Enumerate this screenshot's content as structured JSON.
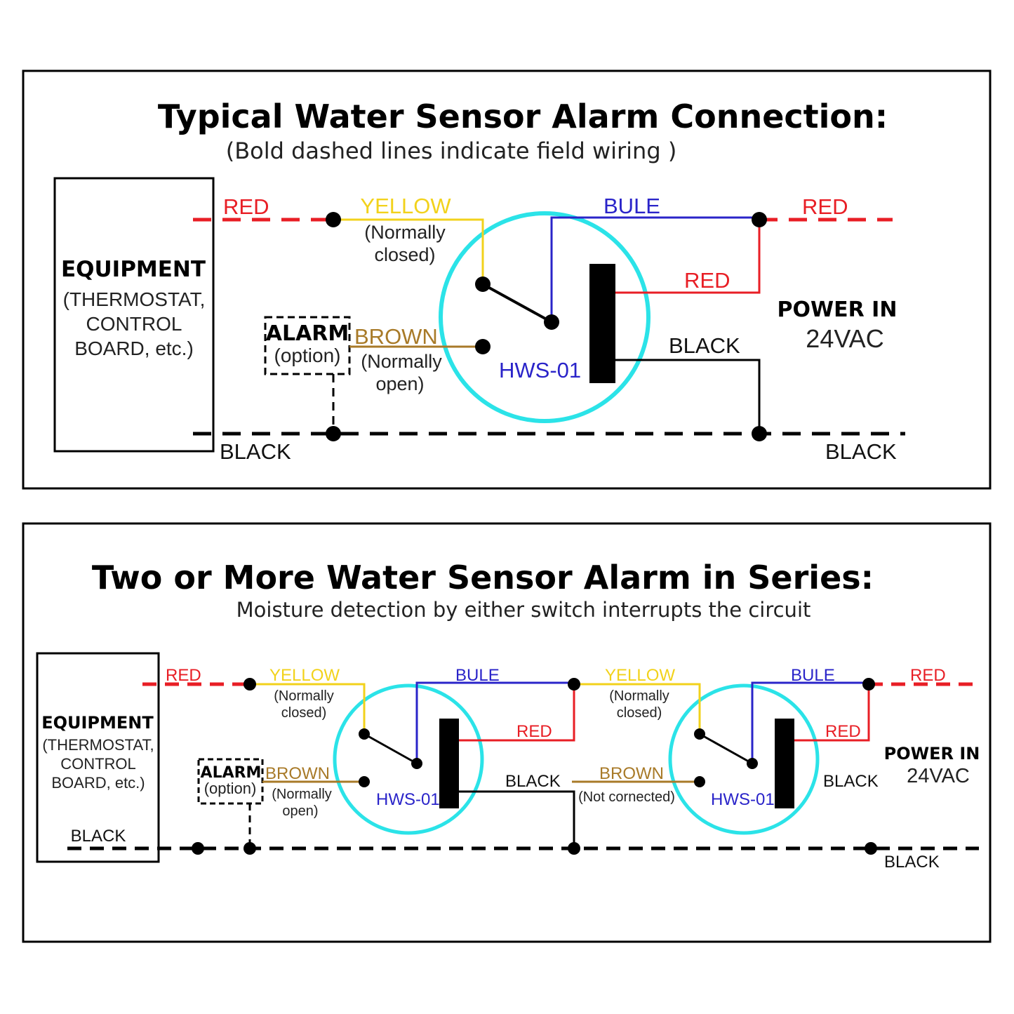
{
  "colors": {
    "red": "#e81e25",
    "yellow": "#f2d21b",
    "blue": "#2a24c9",
    "brown": "#a87a28",
    "cyan": "#2be3e8",
    "black": "#000000"
  },
  "panel1": {
    "title": "Typical Water Sensor Alarm Connection:",
    "subtitle": "(Bold dashed lines indicate field wiring )",
    "equipment": {
      "title": "EQUIPMENT",
      "line1": "(THERMOSTAT,",
      "line2": "CONTROL",
      "line3": "BOARD, etc.)"
    },
    "alarm": {
      "title": "ALARM",
      "option": "(option)"
    },
    "power": {
      "title": "POWER IN",
      "voltage": "24VAC"
    },
    "sensor_label": "HWS-01",
    "wires": {
      "red_left": "RED",
      "red_right": "RED",
      "red_inner": "RED",
      "yellow": "YELLOW",
      "nc1": "(Normally",
      "nc2": "closed)",
      "blue": "BULE",
      "brown": "BROWN",
      "no1": "(Normally",
      "no2": "open)",
      "black_inner": "BLACK",
      "black_left": "BLACK",
      "black_right": "BLACK"
    }
  },
  "panel2": {
    "title": "Two or More Water Sensor Alarm  in Series:",
    "subtitle": "Moisture detection by either switch interrupts the circuit",
    "equipment": {
      "title": "EQUIPMENT",
      "line1": "(THERMOSTAT,",
      "line2": "CONTROL",
      "line3": "BOARD, etc.)",
      "black": "BLACK"
    },
    "alarm": {
      "title": "ALARM",
      "option": "(option)"
    },
    "power": {
      "title": "POWER IN",
      "voltage": "24VAC"
    },
    "sensor1": {
      "label": "HWS-01",
      "red_left": "RED",
      "yellow": "YELLOW",
      "nc1": "(Normally",
      "nc2": "closed)",
      "blue": "BULE",
      "red_inner": "RED",
      "brown": "BROWN",
      "no1": "(Normally",
      "no2": "open)",
      "black_inner": "BLACK"
    },
    "sensor2": {
      "label": "HWS-01",
      "yellow": "YELLOW",
      "nc1": "(Normally",
      "nc2": "closed)",
      "blue": "BULE",
      "red_right": "RED",
      "red_inner": "RED",
      "brown": "BROWN",
      "not_connected": "(Not cornected)",
      "black_inner": "BLACK",
      "black_right": "BLACK"
    }
  }
}
